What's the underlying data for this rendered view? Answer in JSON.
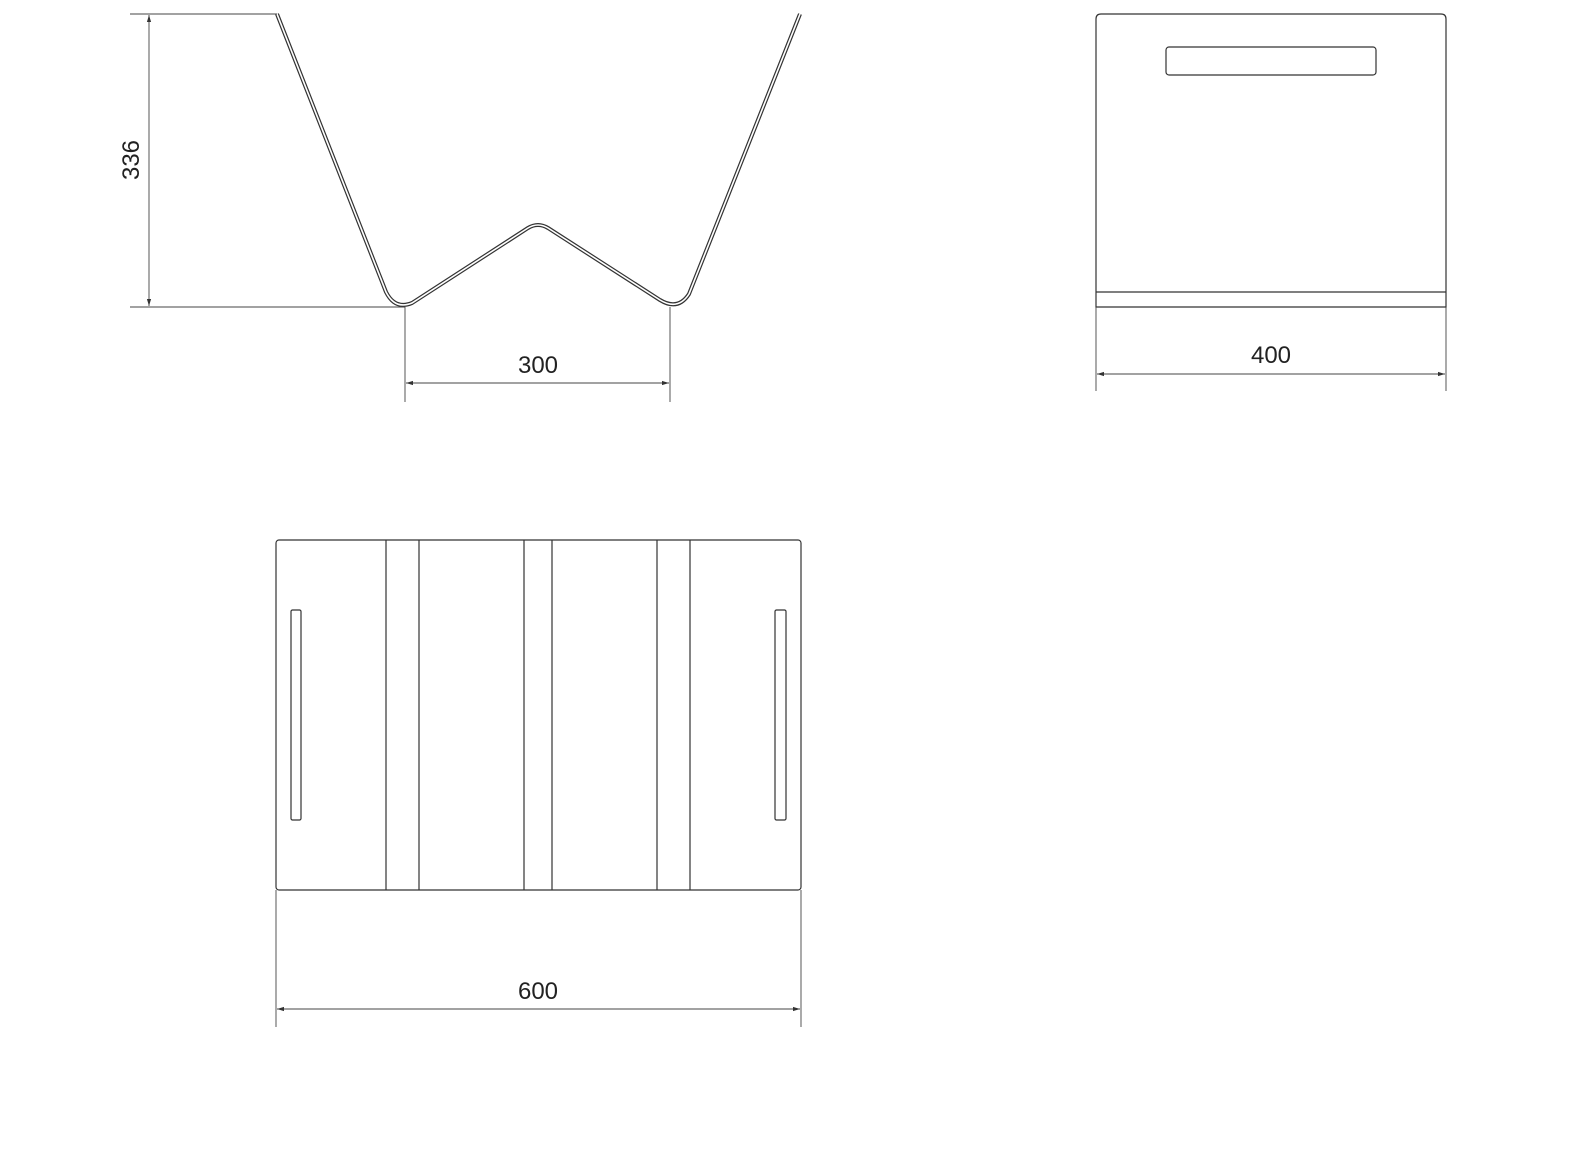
{
  "drawing": {
    "front_view": {
      "height_dim": "336",
      "width_dim": "300"
    },
    "side_view": {
      "width_dim": "400"
    },
    "top_view": {
      "width_dim": "600"
    }
  },
  "colors": {
    "line": "#333333",
    "background": "#ffffff"
  }
}
